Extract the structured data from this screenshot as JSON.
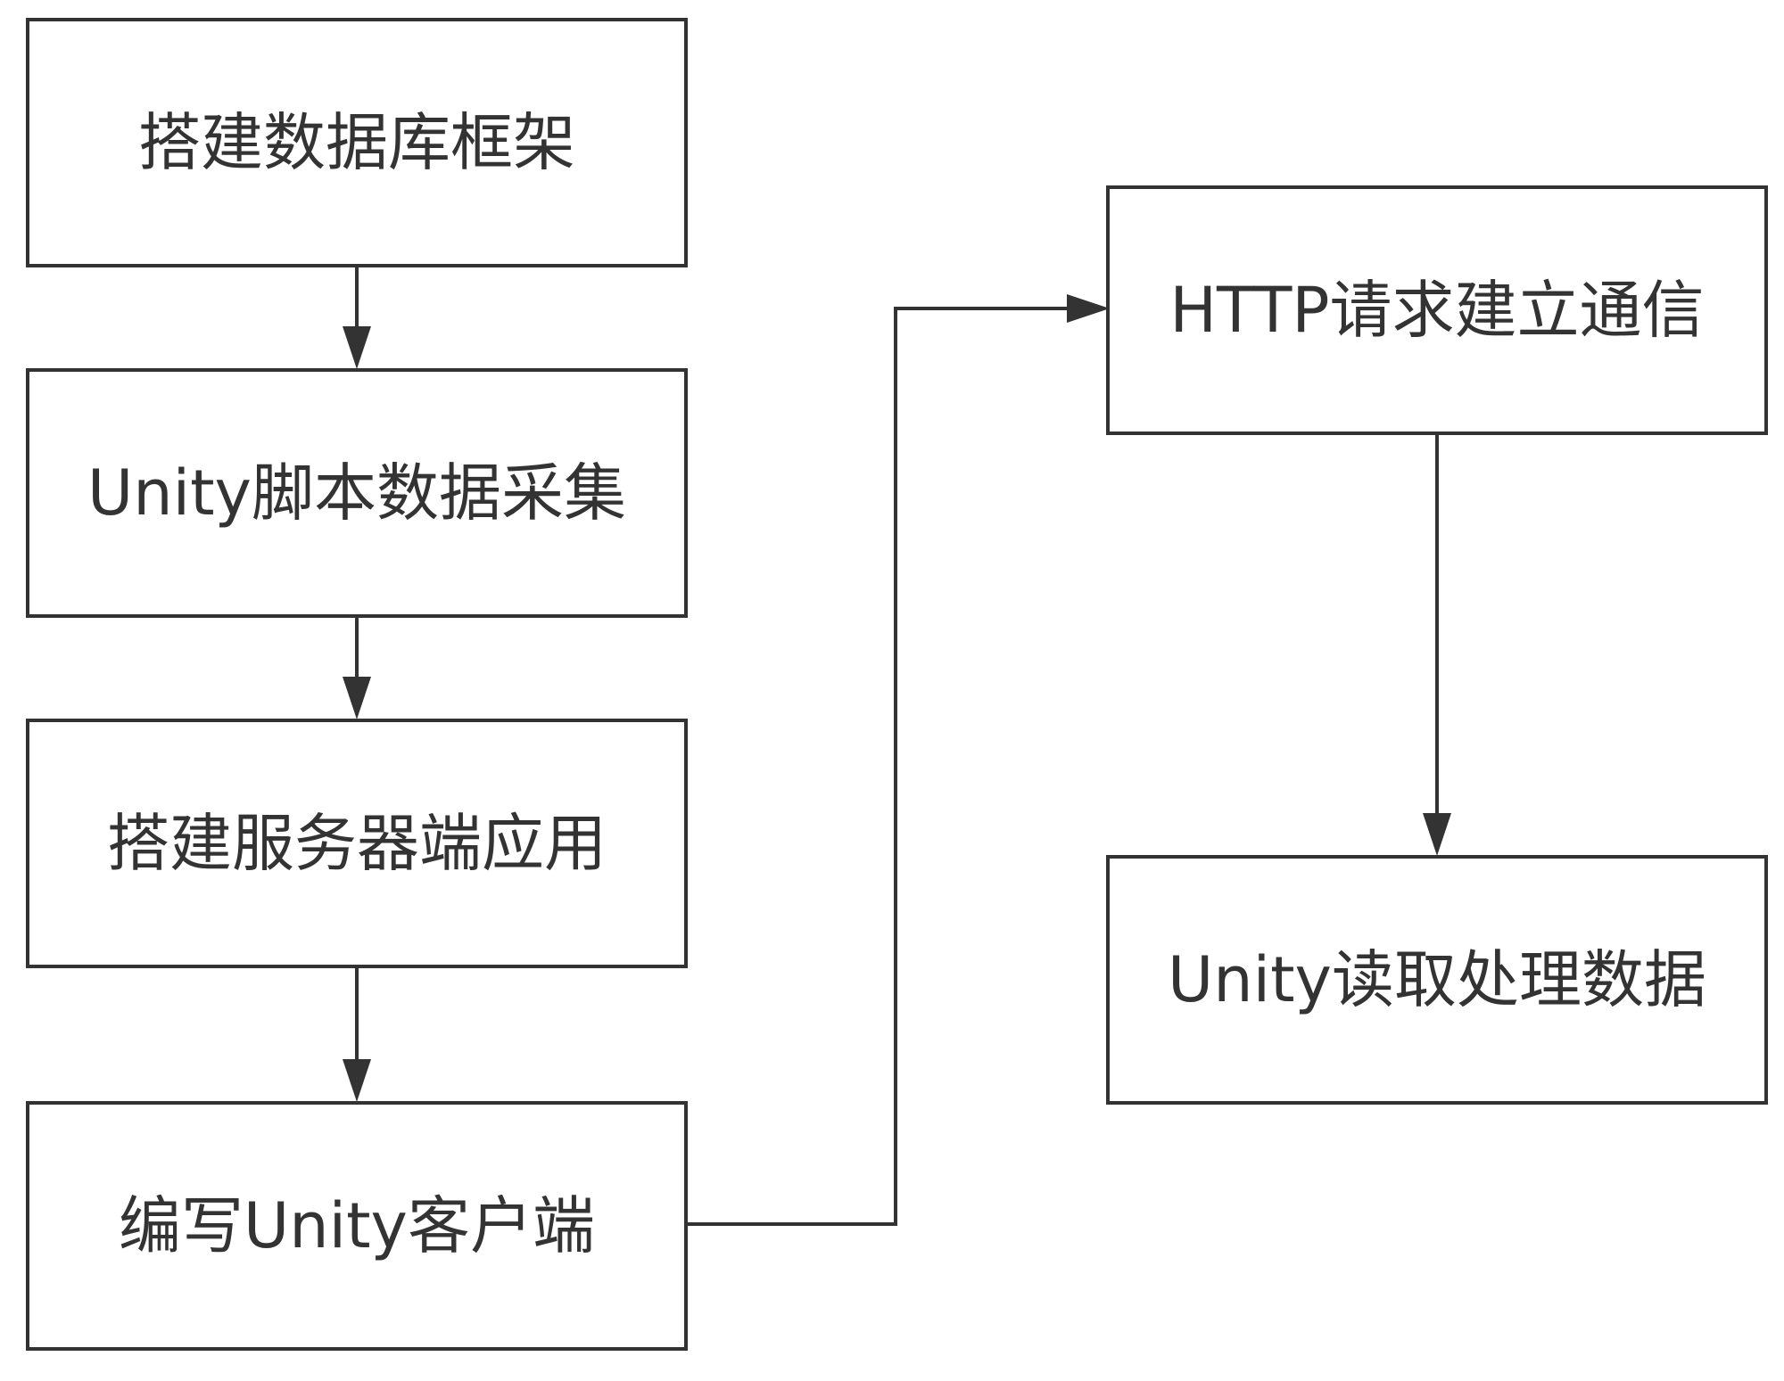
{
  "diagram": {
    "nodes": [
      {
        "id": "n1",
        "label": "搭建数据库框架"
      },
      {
        "id": "n2",
        "label": "Unity脚本数据采集"
      },
      {
        "id": "n3",
        "label": "搭建服务器端应用"
      },
      {
        "id": "n4",
        "label": "编写Unity客户端"
      },
      {
        "id": "n5",
        "label": "HTTP请求建立通信"
      },
      {
        "id": "n6",
        "label": "Unity读取处理数据"
      }
    ],
    "edges": [
      {
        "from": "n1",
        "to": "n2"
      },
      {
        "from": "n2",
        "to": "n3"
      },
      {
        "from": "n3",
        "to": "n4"
      },
      {
        "from": "n4",
        "to": "n5"
      },
      {
        "from": "n5",
        "to": "n6"
      }
    ],
    "colors": {
      "stroke": "#333333",
      "text": "#333333",
      "fill": "#ffffff"
    }
  }
}
